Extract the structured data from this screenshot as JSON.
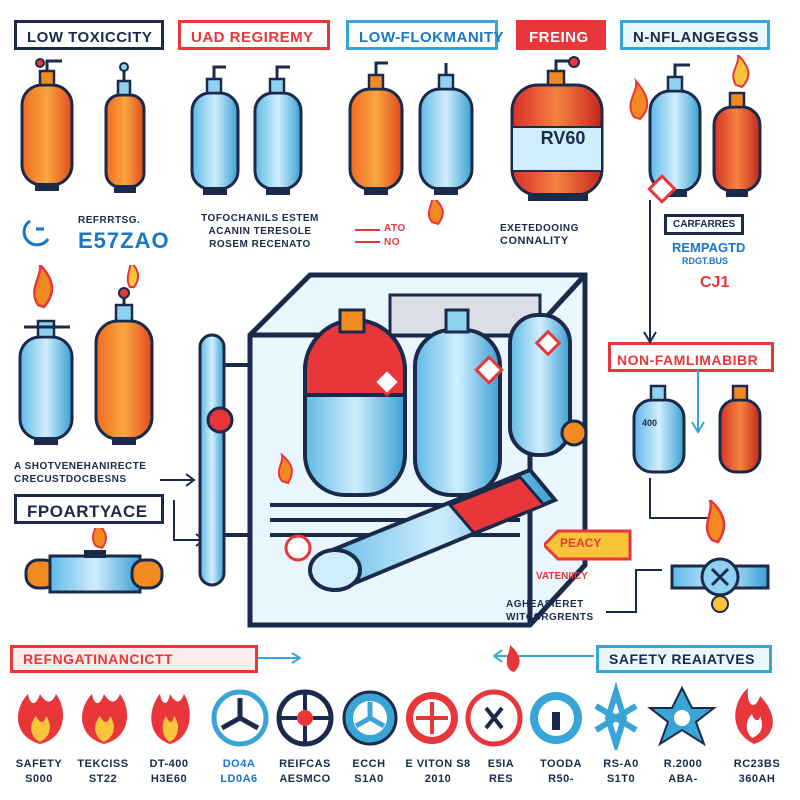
{
  "header_tags": [
    "LOW TOXICCITY",
    "UAD REGIREMY",
    "LOW-FLOKMANITY",
    "FREING",
    "N-NFLANGEGSS"
  ],
  "tank_label": "RV60",
  "left_caption": [
    "REFRRTSG.",
    "E57ZAO"
  ],
  "center_caption": [
    "TOFOCHANILS ESTEM",
    "ACANIN TERESOLE",
    "ROSEM RECENATO"
  ],
  "red_markers": [
    "ATO",
    "NO"
  ],
  "cooling_caption": [
    "EXETEDOOING",
    "CONNALITY"
  ],
  "right_caption": [
    "CARFARRES",
    "REMPAGTD",
    "RDGT.BUS"
  ],
  "right_mark": "CJ1",
  "left_mid_caption": [
    "A SHOTVENEHANIRECTE",
    "CRECUSTDOCBESNS"
  ],
  "fporty_tag": "FPOARTYACE",
  "nonflam_tag": "NON-FAMLIMABIBR",
  "tank_small_label": "400",
  "peacy_label": "PEACY",
  "vatenicy": "VATENIICY",
  "agh_caption": [
    "AGHEASIERET",
    "WITCCRGRENTS"
  ],
  "refrig_banner": "REFNGATINANCICTT",
  "safety_banner": "SAFETY REAIATVES",
  "bottom_labels": [
    "SAFETY\nS000",
    "TEKCISS\nST22",
    "DT-400\nH3E60",
    "DO4A\nLD0A6",
    "REIFCAS\nAESMCO",
    "ECCH\nS1A0",
    "E VITON S8\n2010",
    "E5IA\nRES",
    "TOODA\nR50-",
    "RS-A0\nS1T0",
    "R.2000\nABA-",
    "RC23BS\n360AH"
  ],
  "colors": {
    "navy": "#1b2a4a",
    "red": "#e8363b",
    "orange": "#f28a21",
    "light_blue": "#8fd1f0",
    "blue": "#39a5d6",
    "accent_blue": "#1976c8"
  }
}
